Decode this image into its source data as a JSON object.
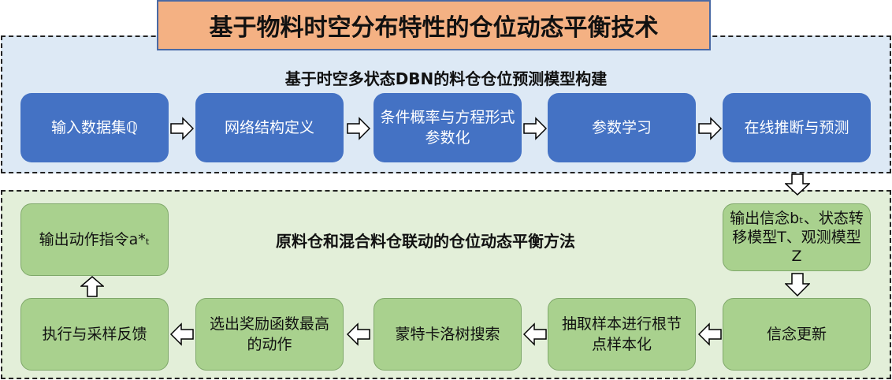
{
  "title": "基于物料时空分布特性的仓位动态平衡技术",
  "top_section": {
    "heading": "基于时空多状态DBN的料仓仓位预测模型构建",
    "steps": [
      "输入数据集ℚ",
      "网络结构定义",
      "条件概率与方程形式参数化",
      "参数学习",
      "在线推断与预测"
    ]
  },
  "bottom_section": {
    "heading": "原料仓和混合料仓联动的仓位动态平衡方法",
    "output_box": "输出信念bₜ、状态转移模型T、观测模型Z",
    "steps": [
      "信念更新",
      "抽取样本进行根节点样本化",
      "蒙特卡洛树搜索",
      "选出奖励函数最高的动作",
      "执行与采样反馈"
    ],
    "final": "输出动作指令a*ₜ"
  },
  "colors": {
    "title_bg": "#f4b183",
    "blue_box": "#4472c4",
    "green_box": "#a9d18e",
    "top_bg": "#dde9f5",
    "bottom_bg": "#e3efd9"
  }
}
